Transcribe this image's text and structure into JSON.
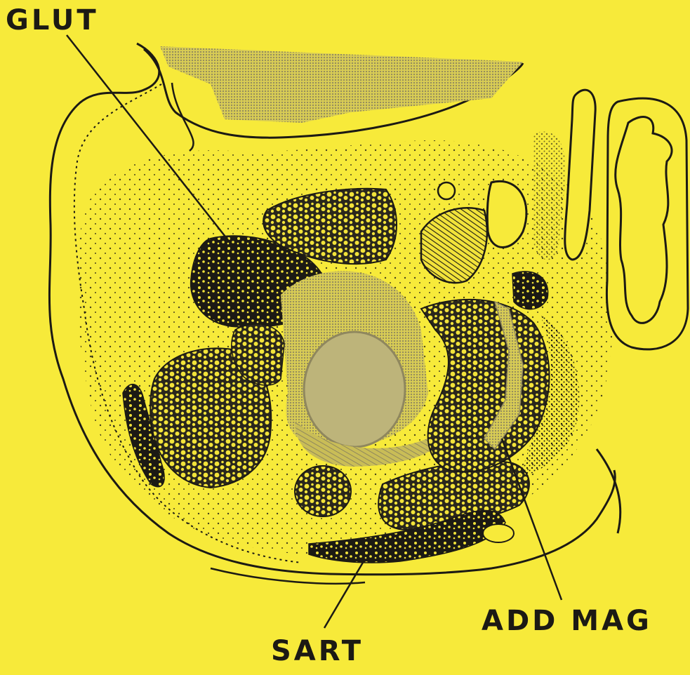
{
  "labels": {
    "glut": "GLUT",
    "add_mag": "ADD MAG",
    "sart": "SART"
  },
  "colors": {
    "background": "#f7ea3a",
    "ink": "#1c1a14",
    "shade": "#a9a27a",
    "muscle_fill": "#f2e33a"
  }
}
